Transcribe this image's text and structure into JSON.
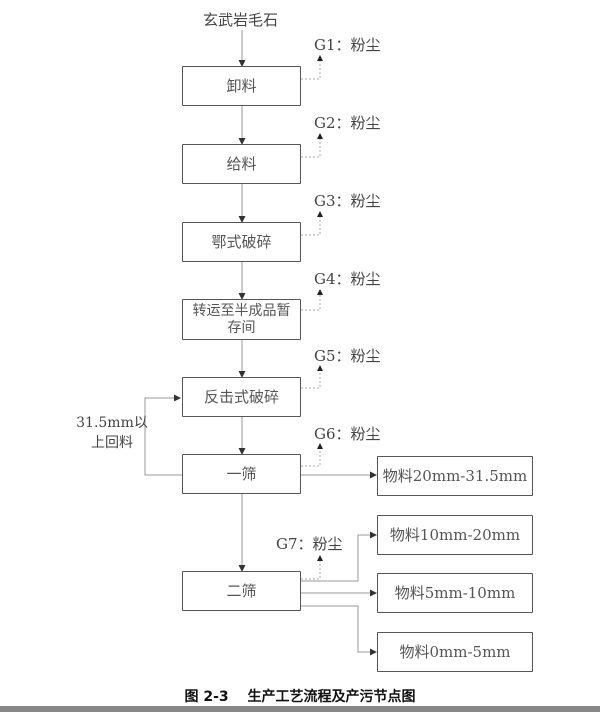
{
  "input_label": "玄武岩毛石",
  "process_steps": [
    {
      "id": "unload",
      "label": "卸料"
    },
    {
      "id": "feed",
      "label": "给料"
    },
    {
      "id": "jaw-crush",
      "label": "鄂式破碎"
    },
    {
      "id": "transfer",
      "label": "转运至半成品暂存间"
    },
    {
      "id": "impact-crush",
      "label": "反击式破碎"
    },
    {
      "id": "screen-1",
      "label": "一筛"
    },
    {
      "id": "screen-2",
      "label": "二筛"
    }
  ],
  "emissions": [
    {
      "code": "G1",
      "label": "G1：粉尘"
    },
    {
      "code": "G2",
      "label": "G2：粉尘"
    },
    {
      "code": "G3",
      "label": "G3：粉尘"
    },
    {
      "code": "G4",
      "label": "G4：粉尘"
    },
    {
      "code": "G5",
      "label": "G5：粉尘"
    },
    {
      "code": "G6",
      "label": "G6：粉尘"
    },
    {
      "code": "G7",
      "label": "G7：粉尘"
    }
  ],
  "recycle_label": "31.5mm以上回料",
  "products": [
    {
      "label": "物料20mm-31.5mm"
    },
    {
      "label": "物料10mm-20mm"
    },
    {
      "label": "物料5mm-10mm"
    },
    {
      "label": "物料0mm-5mm"
    }
  ],
  "caption": "图 2-3　 生产工艺流程及产污节点图"
}
